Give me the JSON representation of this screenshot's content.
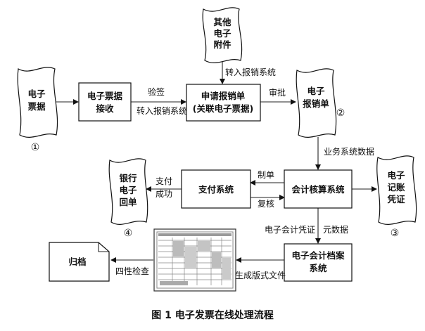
{
  "nodes": {
    "other_attach": [
      "其他",
      "电子",
      "附件"
    ],
    "e_invoice": [
      "电子",
      "票据"
    ],
    "receive": [
      "电子票据",
      "接收"
    ],
    "apply": [
      "申请报销单",
      "(关联电子票据)"
    ],
    "e_expense": [
      "电子",
      "报销单"
    ],
    "accounting": "会计核算系统",
    "payment": "支付系统",
    "bank": [
      "银行",
      "电子",
      "回单"
    ],
    "voucher": [
      "电子",
      "记账",
      "凭证"
    ],
    "archive_sys": [
      "电子会计档案",
      "系统"
    ],
    "archive": "归档"
  },
  "markers": {
    "m1": "①",
    "m2": "②",
    "m3": "③",
    "m4": "④"
  },
  "edges": {
    "inspect": "验签",
    "to_expense_1": "转入报销系统",
    "to_expense_2": "转入报销系统",
    "approve": "审批",
    "biz_data": "业务系统数据",
    "make_bill": "制单",
    "review": "复核",
    "pay_ok": [
      "支付",
      "成功"
    ],
    "voucher": "电子会计凭证",
    "metadata": "元数据",
    "layout_file": "生成版式文件",
    "four_check": "四性检查"
  },
  "caption": "图 1   电子发票在线处理流程"
}
